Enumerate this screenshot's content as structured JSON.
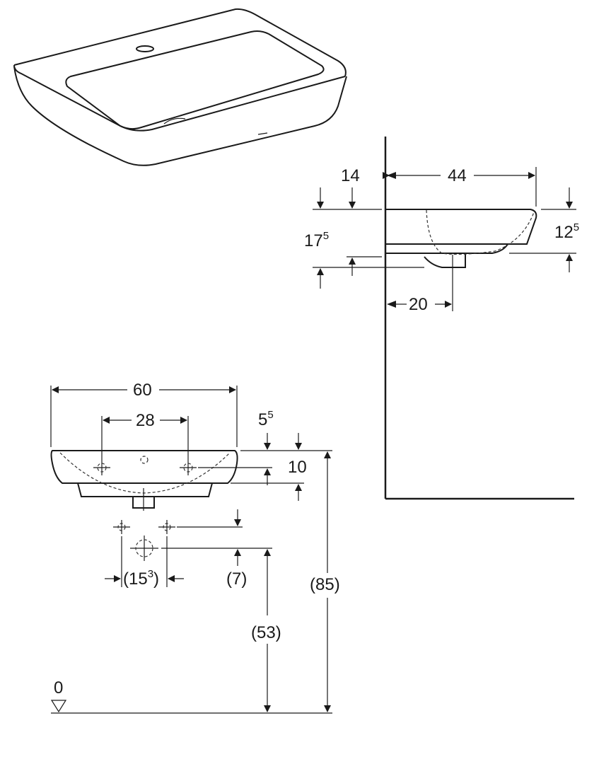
{
  "title": "Washbasin dimension drawing",
  "side_view": {
    "dim_depth": "44",
    "dim_rim_offset": "14",
    "dim_total_height_base": "17",
    "dim_total_height_sup": "5",
    "dim_bowl_height_base": "12",
    "dim_bowl_height_sup": "5",
    "dim_drain_offset": "20"
  },
  "front_view": {
    "dim_width": "60",
    "dim_fixing_spacing": "28",
    "dim_rim_height_base": "5",
    "dim_rim_height_sup": "5",
    "dim_fixing_height": "10",
    "dim_supply_spacing_open": "(",
    "dim_supply_spacing_base": "15",
    "dim_supply_spacing_sup": "3",
    "dim_supply_spacing_close": ")",
    "dim_supply_height": "(7)",
    "dim_installation_height": "(85)",
    "dim_drain_height": "(53)",
    "floor_level": "0"
  },
  "colors": {
    "line": "#1a1a1a",
    "background": "#ffffff"
  }
}
